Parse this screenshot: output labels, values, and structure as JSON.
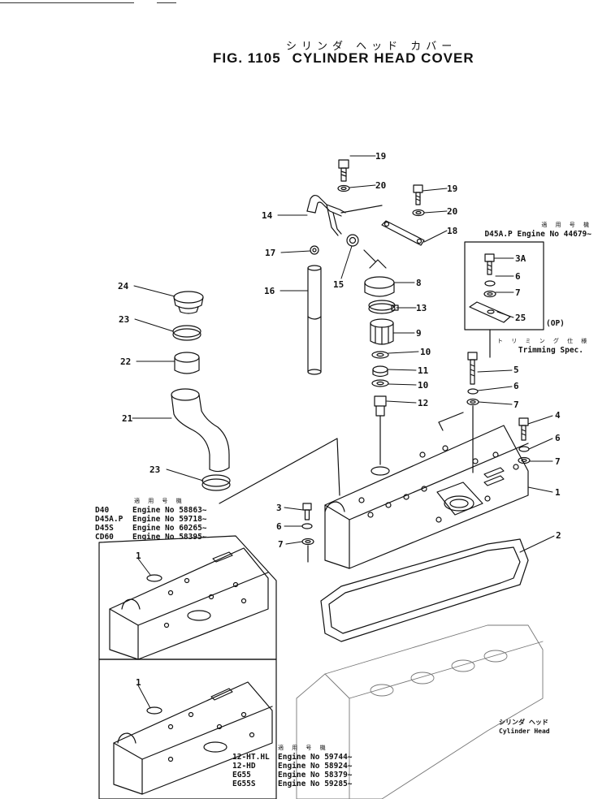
{
  "header": {
    "jp_title": "シリンダ ヘッド カバー",
    "fig_label": "FIG. 1105",
    "title": "CYLINDER HEAD COVER"
  },
  "callouts": [
    "19",
    "20",
    "19",
    "20",
    "18",
    "14",
    "17",
    "16",
    "15",
    "8",
    "13",
    "9",
    "10",
    "11",
    "10",
    "12",
    "24",
    "23",
    "22",
    "21",
    "23",
    "3A",
    "6",
    "7",
    "25",
    "5",
    "6",
    "7",
    "4",
    "6",
    "7",
    "1",
    "3",
    "6",
    "7",
    "2",
    "1",
    "1"
  ],
  "notes": {
    "top_right": {
      "hdr": "適 用 号 機",
      "line": "D45A.P Engine No 44679~"
    },
    "op": "(OP)",
    "trim": {
      "hdr": "ト リ ミ ン グ 仕 様",
      "line": "Trimming Spec."
    },
    "left": {
      "hdr": "適 用 号 機",
      "rows": [
        {
          "model": "D40",
          "engine": "Engine No 58863~"
        },
        {
          "model": "D45A.P",
          "engine": "Engine No 59718~"
        },
        {
          "model": "D45S",
          "engine": "Engine No 60265~"
        },
        {
          "model": "CD60",
          "engine": "Engine No 58395~"
        }
      ]
    },
    "bottom": {
      "hdr": "適 用 号 機",
      "rows": [
        {
          "model": "12-HT.HL",
          "engine": "Engine No 59744~"
        },
        {
          "model": "12-HD",
          "engine": "Engine No 58924~"
        },
        {
          "model": "EG55",
          "engine": "Engine No 58379~"
        },
        {
          "model": "EG55S",
          "engine": "Engine No 59285~"
        }
      ]
    },
    "cyl_head_jp": "シリンダ ヘッド",
    "cyl_head_en": "Cylinder Head"
  }
}
